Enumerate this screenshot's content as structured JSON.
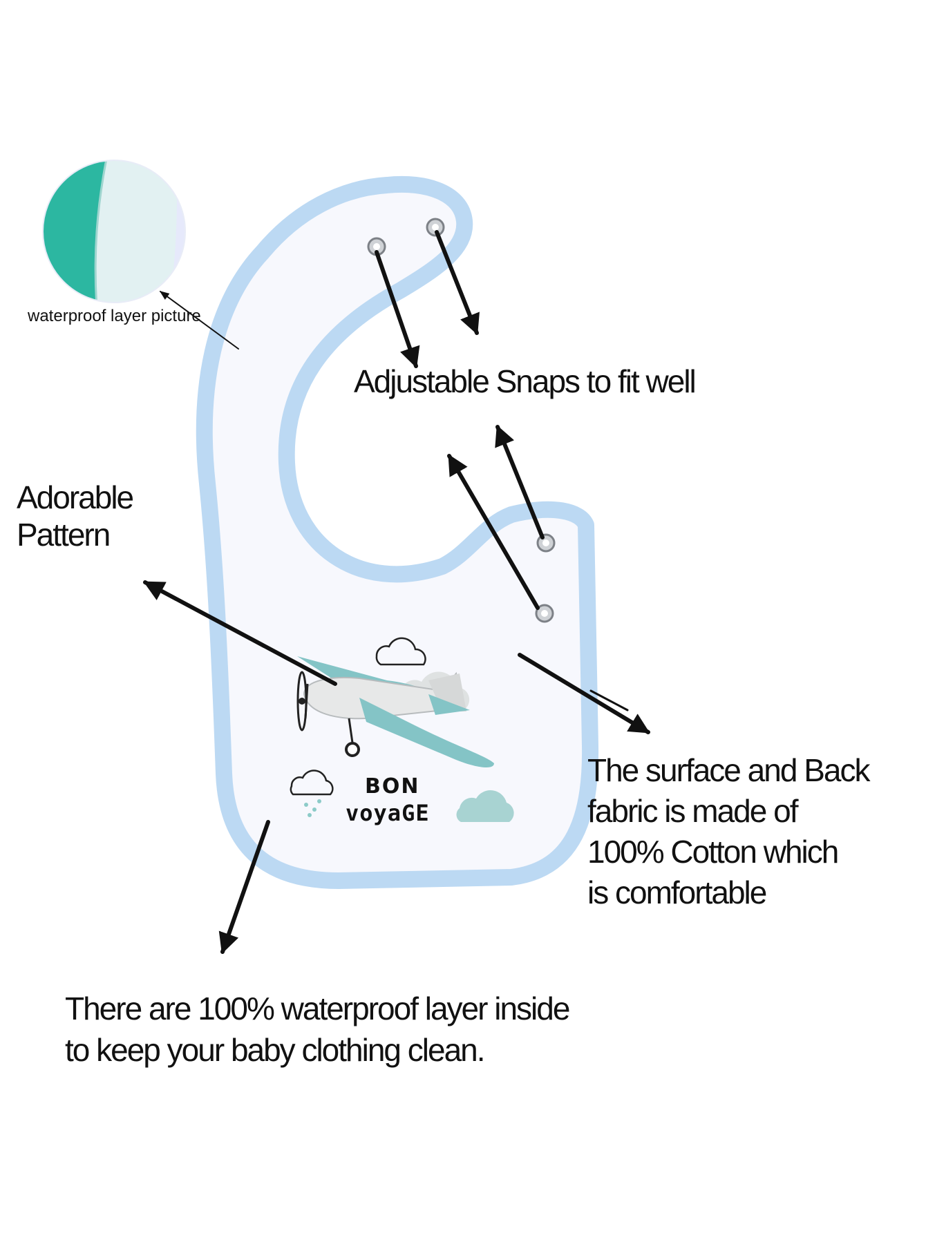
{
  "colors": {
    "bib_fill": "#f7f8fd",
    "bib_trim": "#bcd9f3",
    "waterproof_green": "#2cb7a1",
    "waterproof_lining": "#e2f1f2",
    "plane_teal": "#84c4c6",
    "plane_body": "#e7e8e8",
    "cloud_fill": "#dfe2e2",
    "arrow": "#111111"
  },
  "illustration": {
    "print_line1": "BON",
    "print_line2": "voyaGE"
  },
  "callouts": {
    "waterproof_picture": "waterproof layer picture",
    "snaps": "Adjustable Snaps to fit well",
    "pattern": [
      "Adorable",
      "Pattern"
    ],
    "fabric": [
      "The surface and Back",
      "fabric is made of",
      "100% Cotton which",
      "is comfortable"
    ],
    "waterproof_inside": [
      "There are 100% waterproof layer inside",
      "to keep your baby clothing  clean."
    ]
  }
}
